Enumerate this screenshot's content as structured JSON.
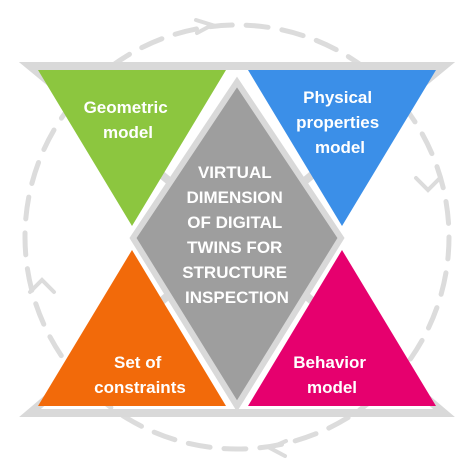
{
  "center": {
    "lines": [
      "VIRTUAL",
      "DIMENSION",
      "OF DIGITAL",
      "TWINS FOR",
      "STRUCTURE",
      "INSPECTION"
    ]
  },
  "quadrants": {
    "top_left": {
      "lines": [
        "Geometric",
        "model"
      ]
    },
    "top_right": {
      "lines": [
        "Physical",
        "properties",
        "model"
      ]
    },
    "bottom_left": {
      "lines": [
        "Set of",
        "constraints"
      ]
    },
    "bottom_right": {
      "lines": [
        "Behavior",
        "model"
      ]
    }
  },
  "colors": {
    "geometric": "#8cc63f",
    "physical": "#3b8fe8",
    "constraints": "#f26a0a",
    "behavior": "#e6006e",
    "center": "#9e9e9e",
    "outline": "#d9d9d9",
    "cycle": "#dcdcdc"
  }
}
